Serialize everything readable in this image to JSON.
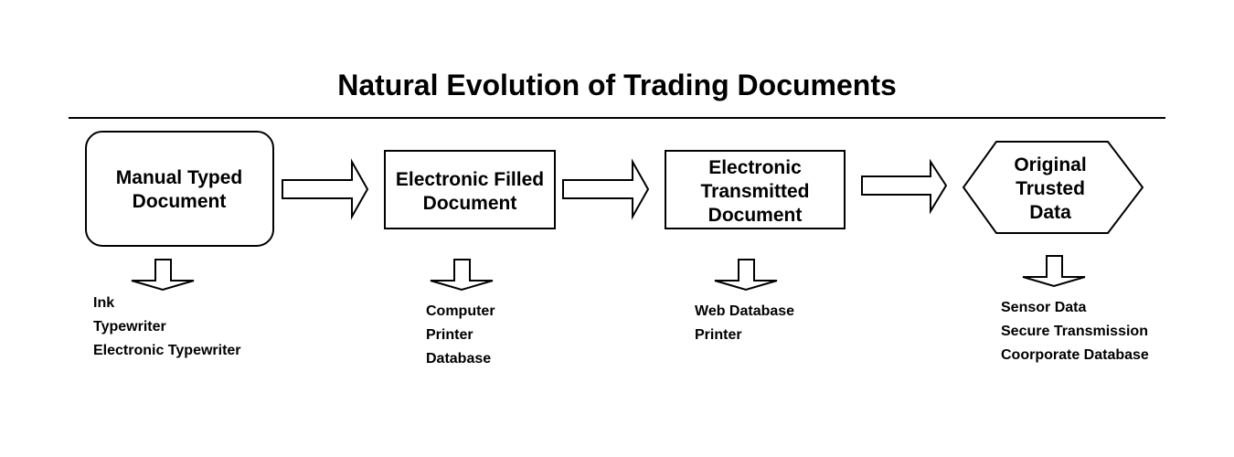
{
  "title": "Natural Evolution of Trading Documents",
  "stages": [
    {
      "shape": "rounded-rectangle",
      "label_lines": [
        "Manual Typed",
        "Document"
      ],
      "items": [
        "Ink",
        "Typewriter",
        "Electronic Typewriter"
      ]
    },
    {
      "shape": "rectangle",
      "label_lines": [
        "Electronic Filled",
        "Document"
      ],
      "items": [
        "Computer",
        "Printer",
        "Database"
      ]
    },
    {
      "shape": "rectangle",
      "label_lines": [
        "Electronic",
        "Transmitted",
        "Document"
      ],
      "items": [
        "Web Database",
        "Printer"
      ]
    },
    {
      "shape": "hexagon",
      "label_lines": [
        "Original",
        "Trusted",
        "Data"
      ],
      "items": [
        "Sensor Data",
        "Secure Transmission",
        "Coorporate Database"
      ]
    }
  ],
  "colors": {
    "stroke": "#000000",
    "fill": "#ffffff",
    "text": "#000000"
  }
}
